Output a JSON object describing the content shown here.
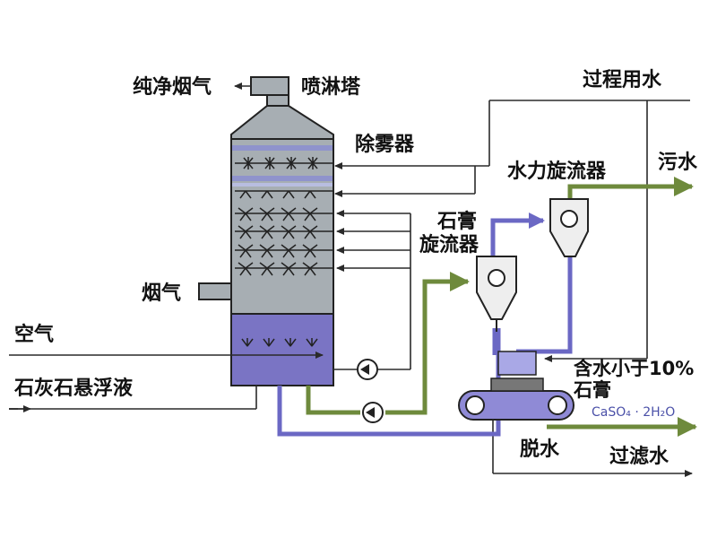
{
  "labels": {
    "clean_flue_gas": "纯净烟气",
    "spray_tower": "喷淋塔",
    "mist_eliminator": "除雾器",
    "process_water": "过程用水",
    "hydrocyclone": "水力旋流器",
    "wastewater": "污水",
    "gypsum_cyclone_line1": "石膏",
    "gypsum_cyclone_line2": "旋流器",
    "flue_gas": "烟气",
    "air": "空气",
    "limestone_slurry": "石灰石悬浮液",
    "gypsum_product_line1": "含水小于10%",
    "gypsum_product_line2": "石膏",
    "formula": "CaSO₄ · 2H₂O",
    "dewatering": "脱水",
    "filtrate": "过滤水"
  },
  "colors": {
    "tower_gray": "#a7aeb3",
    "slurry_blue": "#7a74c4",
    "green_line": "#6e8a3c",
    "blue_line": "#6b68c4",
    "black_line": "#2a2a2a"
  }
}
